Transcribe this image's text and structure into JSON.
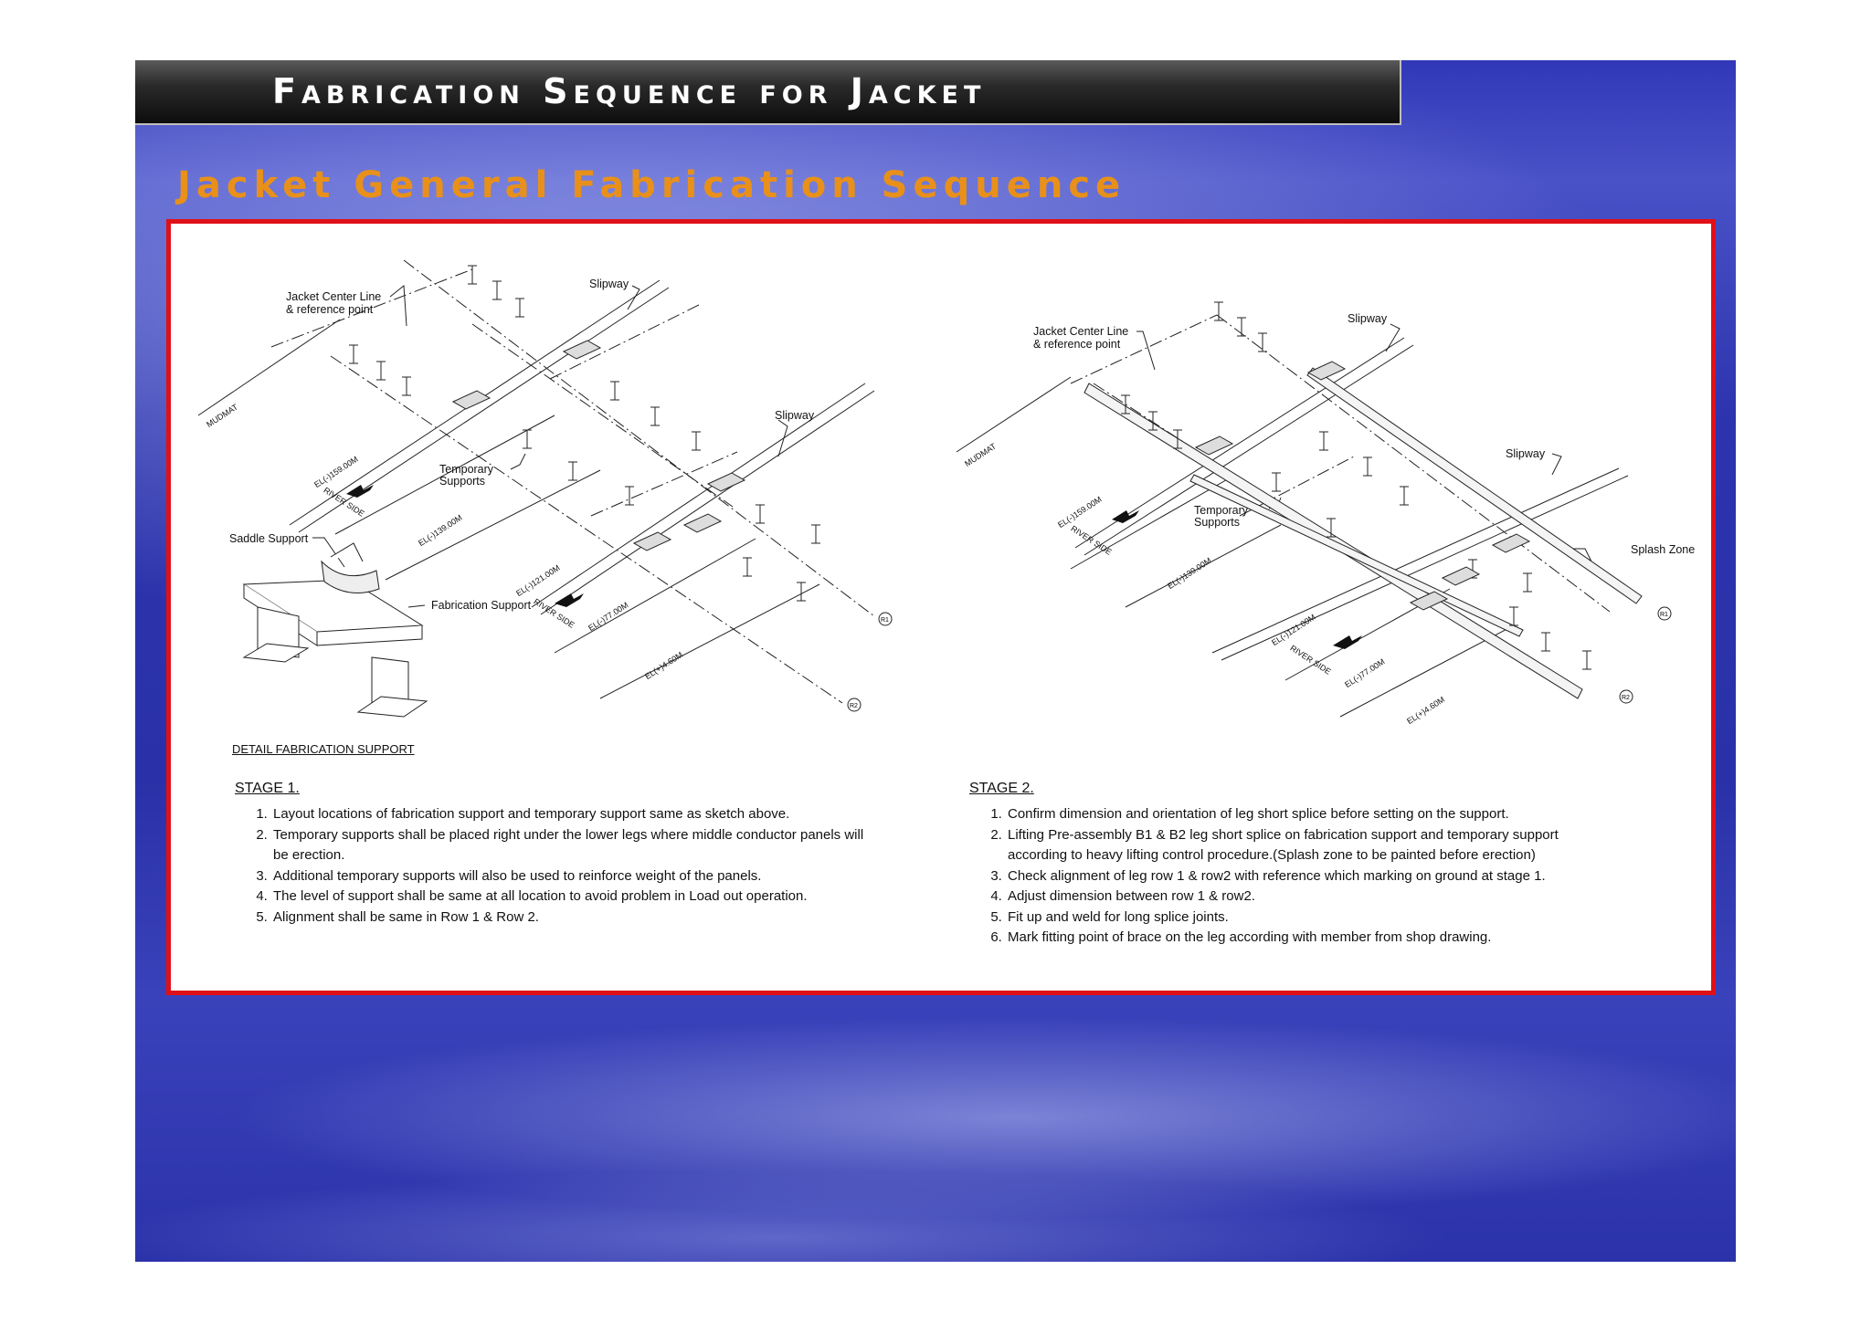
{
  "header": {
    "title": "Fabrication Sequence for Jacket",
    "subtitle": "Jacket General Fabrication Sequence"
  },
  "drawing1": {
    "labels": {
      "center_line_1": "Jacket Center Line",
      "center_line_2": "& reference point",
      "slipway_a": "Slipway",
      "slipway_b": "Slipway",
      "mudmat": "MUDMAT",
      "temp_1": "Temporary",
      "temp_2": "Supports",
      "saddle": "Saddle Support",
      "fab_support": "Fabrication Support",
      "el_159": "EL(-)159.00M",
      "river_1": "RIVER SIDE",
      "el_139": "EL(-)139.00M",
      "el_121": "EL(-)121.00M",
      "river_2": "RIVER SIDE",
      "el_77": "EL(-)77.00M",
      "el_4": "EL(+)4.60M",
      "row_1": "R1",
      "row_2": "R2"
    },
    "caption": "DETAIL FABRICATION SUPPORT"
  },
  "drawing2": {
    "labels": {
      "center_line_1": "Jacket Center Line",
      "center_line_2": "& reference point",
      "slipway_a": "Slipway",
      "slipway_b": "Slipway",
      "mudmat": "MUDMAT",
      "temp_1": "Temporary",
      "temp_2": "Supports",
      "splash": "Splash Zone",
      "el_159": "EL(-)159.00M",
      "river_1": "RIVER SIDE",
      "el_139": "EL(-)139.00M",
      "el_121": "EL(-)121.00M",
      "river_2": "RIVER SIDE",
      "el_77": "EL(-)77.00M",
      "el_4": "EL(+)4.60M",
      "row_1": "R1",
      "row_2": "R2"
    }
  },
  "stage1": {
    "heading": "STAGE 1.",
    "items": [
      "Layout locations of fabrication support and temporary support same as sketch above.",
      "Temporary supports shall be placed right under the lower legs where middle  conductor panels will be erection.",
      "Additional temporary supports will also be used to reinforce weight of the panels.",
      "The level of support shall be same at all location to avoid problem in Load out operation.",
      "Alignment shall be same in Row 1 & Row 2."
    ]
  },
  "stage2": {
    "heading": "STAGE 2.",
    "items": [
      "Confirm dimension and orientation of leg short splice before setting on the support.",
      "Lifting Pre-assembly B1 & B2 leg short splice on fabrication support and temporary support according to heavy lifting control procedure.(Splash zone to be painted before erection)",
      "Check alignment of leg row 1 & row2 with reference which marking on ground at stage 1.",
      "Adjust dimension between row 1 & row2.",
      "Fit up and weld for long splice joints.",
      "Mark fitting point of brace on the leg according with member from shop drawing."
    ]
  },
  "colors": {
    "title_text": "#ffffff",
    "subtitle": "#e8901a",
    "panel_border": "#e01018",
    "background": "#2c33ad"
  }
}
